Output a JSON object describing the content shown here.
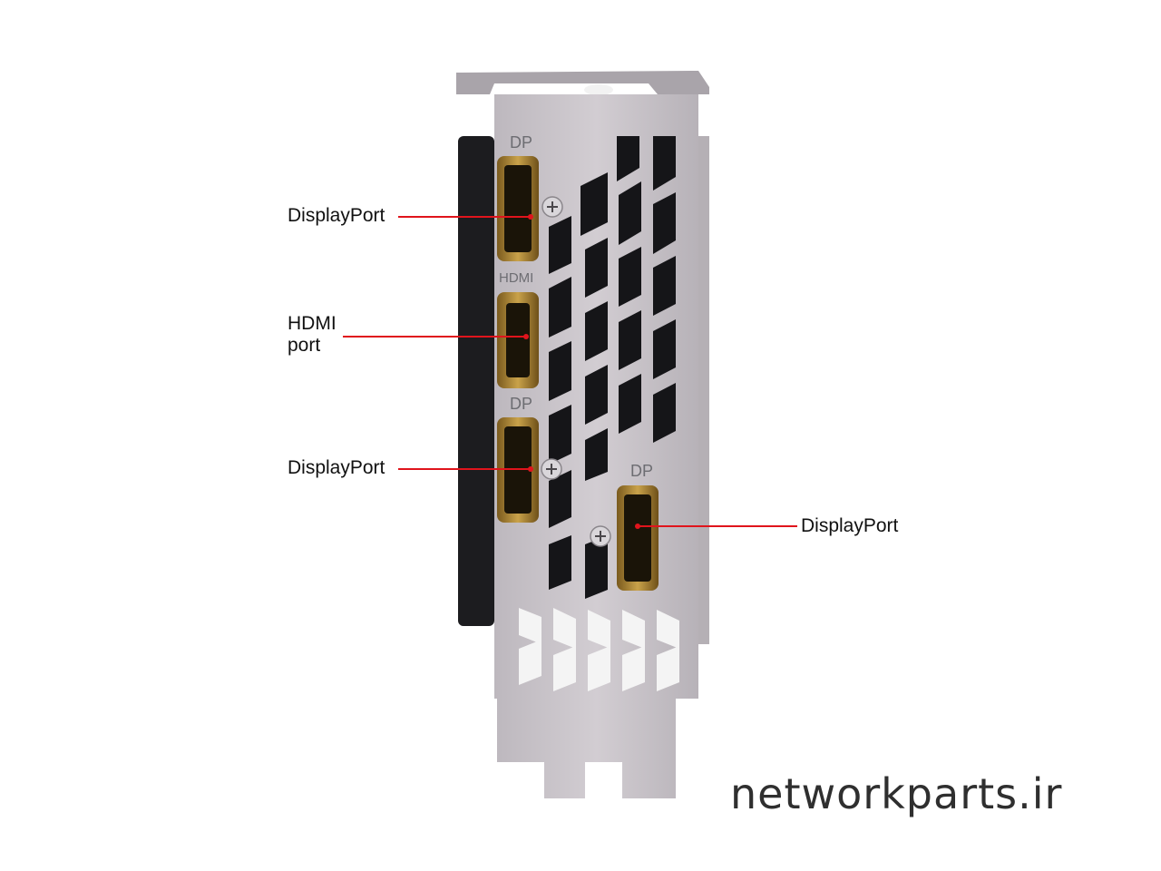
{
  "bracket": {
    "port_labels": [
      "DP",
      "HDMI",
      "DP",
      "DP"
    ]
  },
  "callouts": [
    {
      "label": "DisplayPort"
    },
    {
      "label_line1": "HDMI",
      "label_line2": "port"
    },
    {
      "label": "DisplayPort"
    },
    {
      "label": "DisplayPort"
    }
  ],
  "watermark": "networkparts.ir",
  "colors": {
    "leader": "#e0141c",
    "bracket_metal": "#c9c5ca",
    "port_gold": "#b08a3a"
  }
}
